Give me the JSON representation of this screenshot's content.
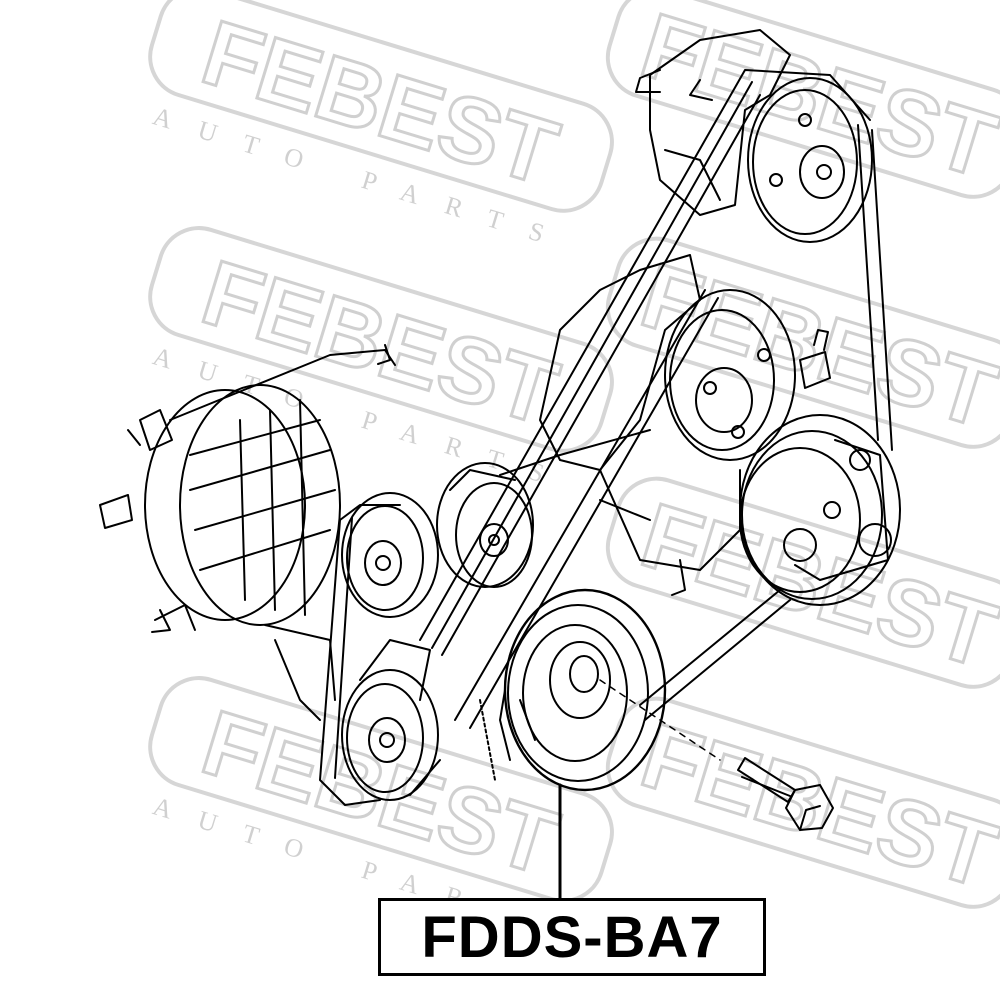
{
  "watermark": {
    "brand": "FEBEST",
    "tagline": "AUTO PARTS"
  },
  "part_number": "FDDS-BA7",
  "colors": {
    "ink": "#000000",
    "watermark": "#d9d9d9",
    "background": "#ffffff"
  }
}
